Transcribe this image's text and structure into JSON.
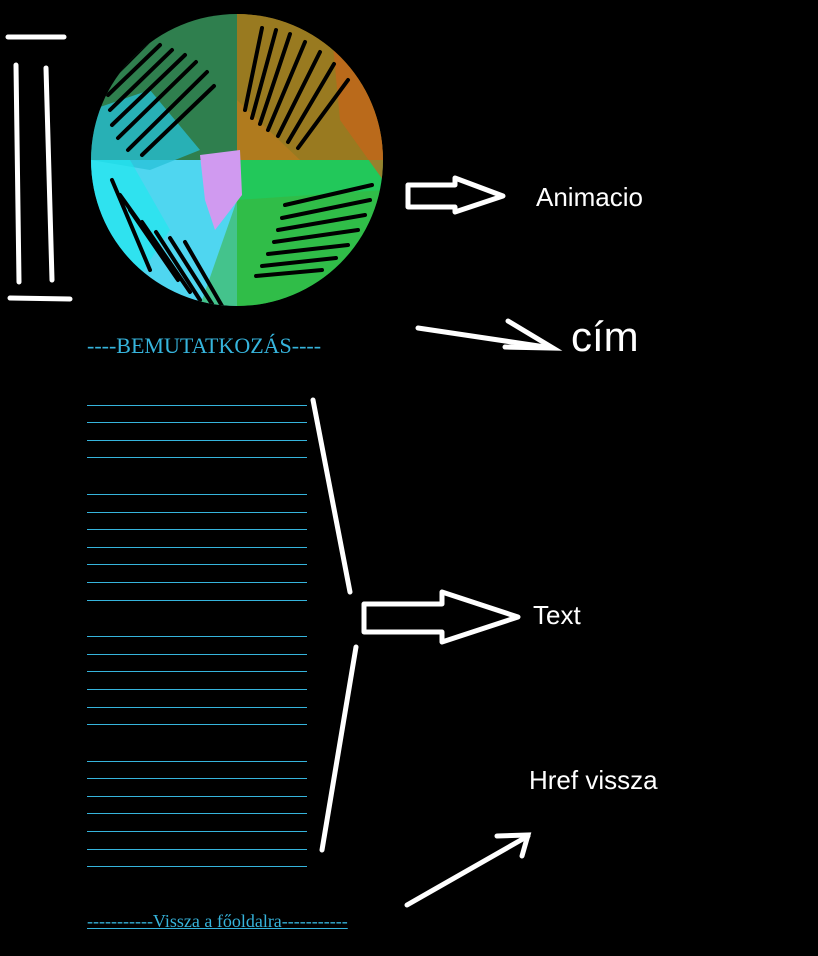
{
  "page": {
    "title": "----BEMUTATKOZÁS----",
    "back_link": "-----------Vissza a főoldalra-----------",
    "text_paragraphs": [
      4,
      7,
      6,
      7
    ]
  },
  "annotations": {
    "animation": "Animacio",
    "title": "cím",
    "text": "Text",
    "href": "Href vissza"
  },
  "colors": {
    "background": "#000000",
    "accent": "#36b4dc",
    "annotation": "#ffffff"
  },
  "animation": {
    "shape": "rotating-color-wheel"
  }
}
